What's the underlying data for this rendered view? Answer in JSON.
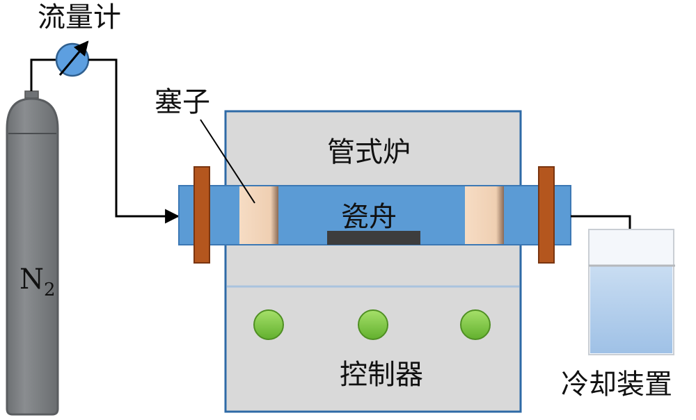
{
  "labels": {
    "flowmeter": "流量计",
    "stopper": "塞子",
    "tube_furnace": "管式炉",
    "porcelain_boat": "瓷舟",
    "controller": "控制器",
    "cooling_device": "冷却装置",
    "gas_cylinder_main": "N",
    "gas_cylinder_sub": "2"
  },
  "colors": {
    "cylinder": "#7f8284",
    "cylinder_outline": "#5f6264",
    "flowmeter": "#5d9fe0",
    "tube": "#5b9bd5",
    "tube_outline": "#3c78b4",
    "stopper": "#f2d3b8",
    "flange": "#b4561e",
    "furnace": "#d9d9d9",
    "furnace_outline": "#2e6aa6",
    "boat": "#3d3d3d",
    "button": "#7ec843",
    "water": "#b8d3ef"
  }
}
